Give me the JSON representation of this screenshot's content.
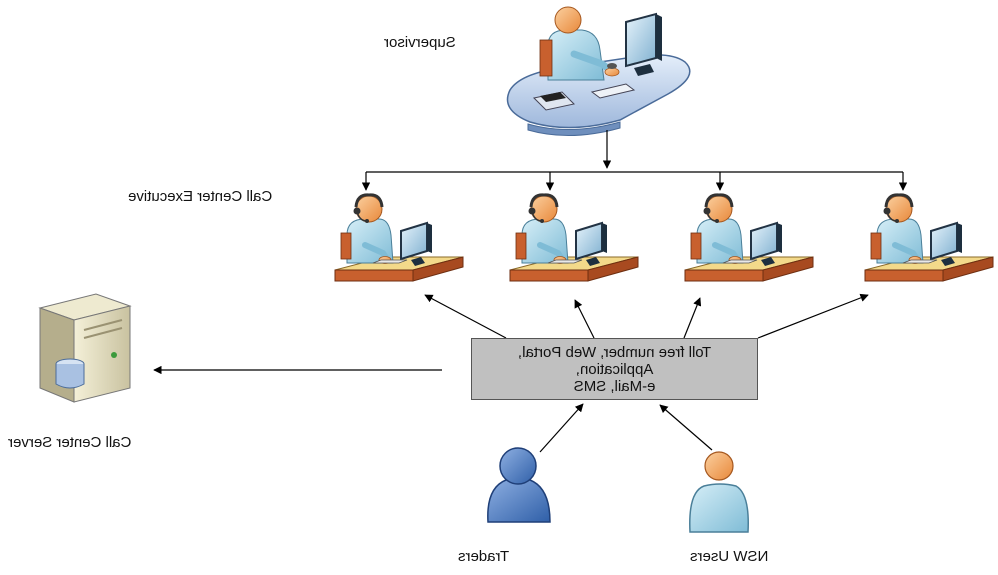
{
  "labels": {
    "supervisor": "Supervisor",
    "call_center_executive": "Call Center Executive",
    "call_center_server": "Call Center Server",
    "traders": "Traders",
    "nsw_users": "NSW Users"
  },
  "channels_box": {
    "text": "Toll free number, Web Portal,\nApplication,\ne-Mail, SMS"
  },
  "colors": {
    "skin": "#f5a55e",
    "shirt": "#a6d6e8",
    "desk_top": "#f3d98a",
    "desk_front": "#c8602e",
    "trader_blue": "#5b86c7",
    "box_fill": "#c0c0c0",
    "supervisor_desk": "#c9d9ef"
  },
  "icons": {
    "supervisor": "supervisor-desk-icon",
    "executive": "call-center-agent-icon",
    "server": "server-icon",
    "traders": "person-icon",
    "nsw_users": "user-icon"
  }
}
